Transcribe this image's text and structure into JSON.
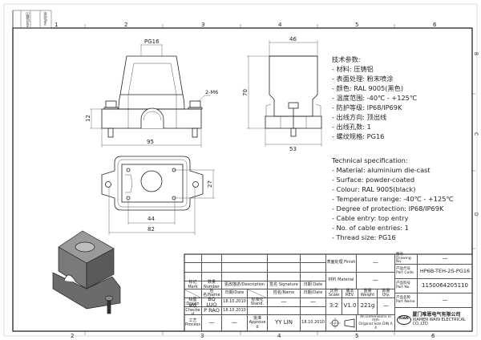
{
  "sheet": {
    "columns": [
      "1",
      "2",
      "3",
      "4",
      "5",
      "6"
    ],
    "rows": [
      "B",
      "C",
      "D"
    ],
    "corner_labels": [
      "日期/Date",
      "修改/Rev."
    ]
  },
  "front_view": {
    "dim_thread": "PG16",
    "dim_width": "95",
    "dim_height": "12",
    "callout": "2-M6"
  },
  "side_view": {
    "dim_top": "46",
    "dim_height": "70",
    "dim_base": "53"
  },
  "top_view": {
    "dim_hole_spacing": "44",
    "dim_overall": "82",
    "dim_depth": "27"
  },
  "spec_cn": {
    "title": "技术参数:",
    "lines": [
      "- 材料: 压铸铝",
      "- 表面处理: 粉末喷涂",
      "- 颜色: RAL 9005(黑色)",
      "- 温度范围: -40℃ - +125℃",
      "- 防护等级: IP68/IP69K",
      "- 出线方向: 顶出线",
      "- 出线孔数: 1",
      "- 螺纹规格: PG16"
    ]
  },
  "spec_en": {
    "title": "Technical specification:",
    "lines": [
      "- Material: aluminium die-cast",
      "- Surface: powder-coated",
      "- Colour: RAL 9005(black)",
      "- Temperature range: -40℃ - +125℃",
      "- Degree of protection: IP68/IP69K",
      "- Cable entry: top entry",
      "- No. of cable entries: 1",
      "- Thread size: PG16"
    ]
  },
  "title_block": {
    "mark": "标记 Mark",
    "number": "数量 Number",
    "description": "更改描述/Description",
    "signature": "签名 Signature",
    "date": "日期 Date",
    "name_h": "姓名/Name",
    "date_h": "日期/Date",
    "name_h2": "姓名/Name",
    "date_h2": "日期/Date",
    "drawn": "绘图 Drawn",
    "drawn_name": "BQ LUO",
    "drawn_date": "18.10.2010",
    "checked": "审核 Checked",
    "checked_name": "P RAO",
    "checked_date": "18.10.2010",
    "process": "工艺 Process",
    "process_name": "—",
    "process_date": "—",
    "stand": "标准化 Stand.",
    "stand_name": "—",
    "stand_date": "—",
    "approved": "批准 Approved",
    "approved_name": "YY LIN",
    "approved_date": "18.10.2010",
    "finish_label": "表面处理 Finish",
    "finish_value": "—",
    "material_label": "材料 Material",
    "material_value": "—",
    "scale_label": "比例 Scale",
    "scale_value": "3:2",
    "rev_label": "版本 REV.",
    "rev_value": "V1.0",
    "weight_label": "重量 Weight",
    "weight_value": "221g",
    "qty_label": "数量 Qty.",
    "qty_value": "—",
    "dims_note": "All Dimensions in mm",
    "size_note": "Original Size DIN A 4",
    "drawing_no_label": "图号 Drawing No.",
    "drawing_no_value": "—",
    "part_code_label": "产品代号 Part Code",
    "part_code_value": "HP6B-TEH-2S-PG16",
    "part_no_label": "产品料号 Part No.",
    "part_no_value": "1150064205110",
    "part_name_label": "产品名称 Part Name",
    "part_name_value": "—",
    "company_logo": "XIAN",
    "company_cn": "厦门唯恩电气有限公司",
    "company_en": "XIAMEN WAIN ELECTRICAL CO.,LTD"
  }
}
